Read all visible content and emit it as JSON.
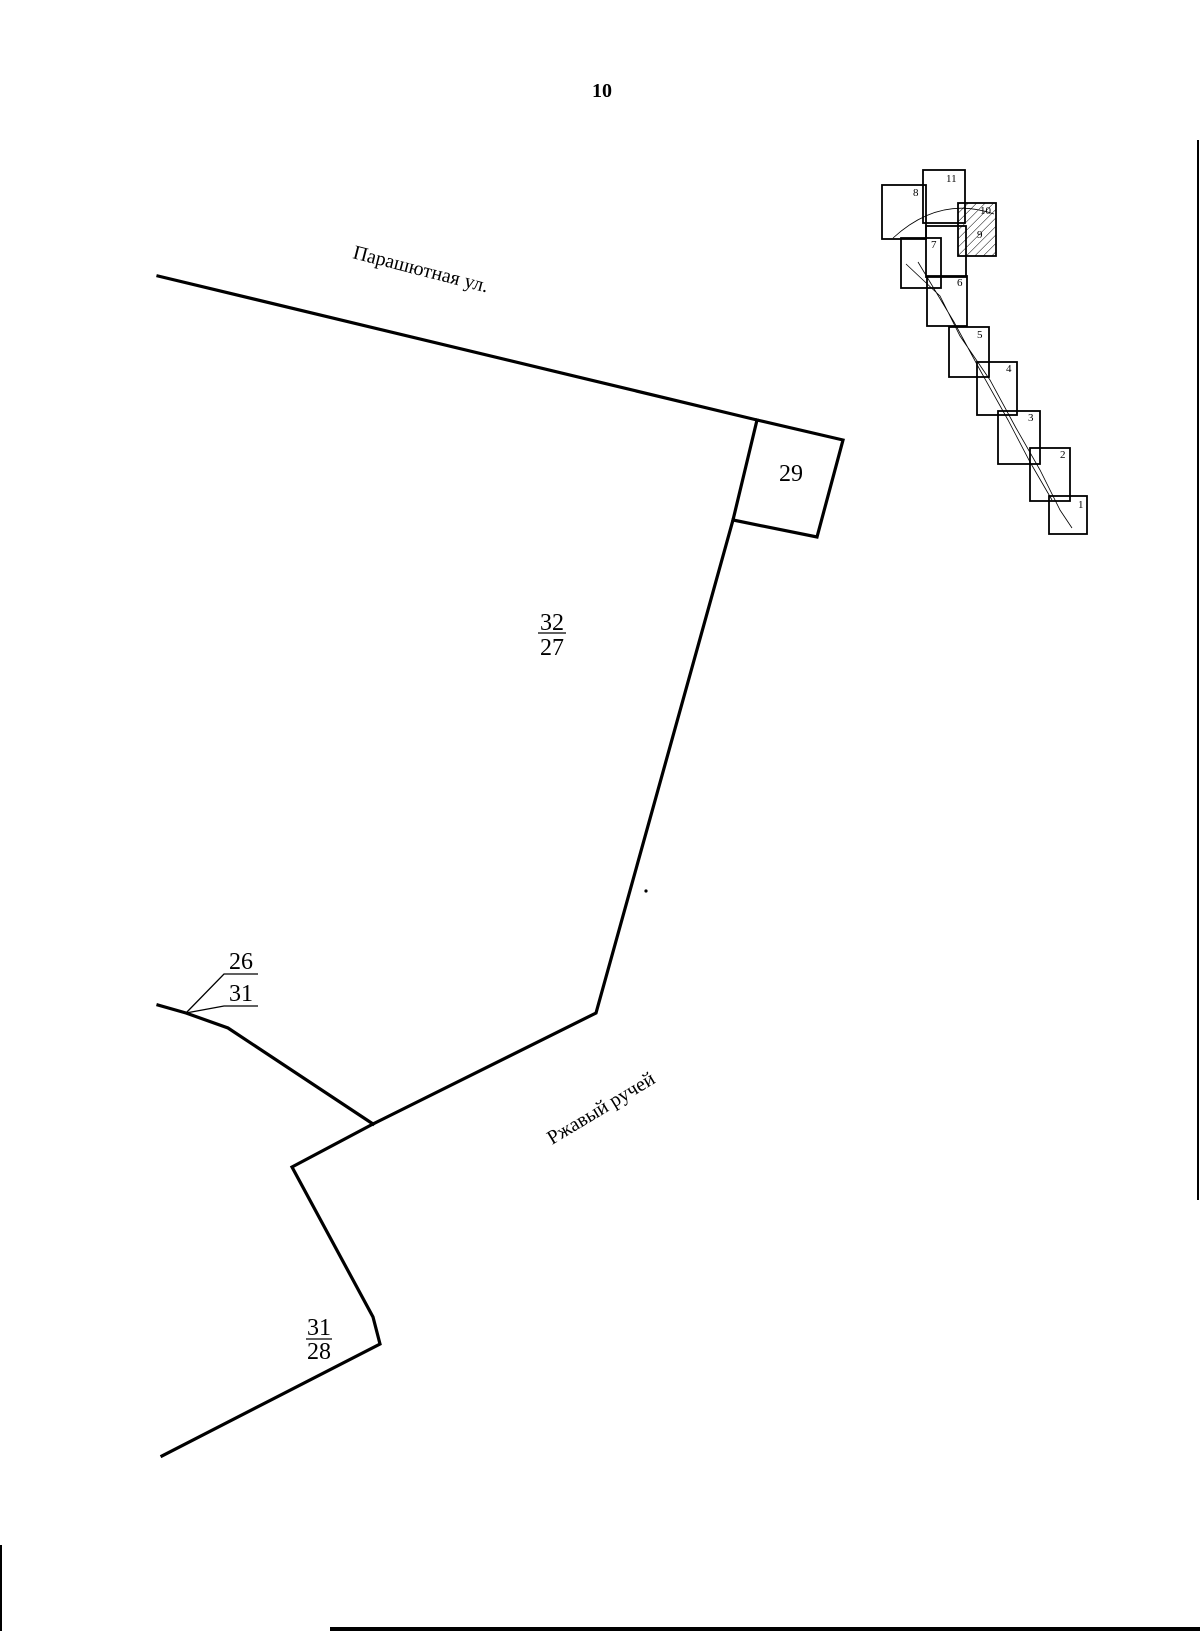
{
  "page": {
    "number": "10"
  },
  "streets": {
    "north": "Парашютная ул.",
    "south": "Ржавый ручей"
  },
  "lots": {
    "box": "29",
    "main_top": "32",
    "main_bottom": "27",
    "leader_top": "26",
    "leader_bottom": "31",
    "lower_top": "31",
    "lower_bottom": "28"
  },
  "index_map": {
    "sheets": [
      "1",
      "2",
      "3",
      "4",
      "5",
      "6",
      "7",
      "8",
      "9",
      "10",
      "11"
    ]
  },
  "colors": {
    "ink": "#000000",
    "paper": "#ffffff"
  }
}
